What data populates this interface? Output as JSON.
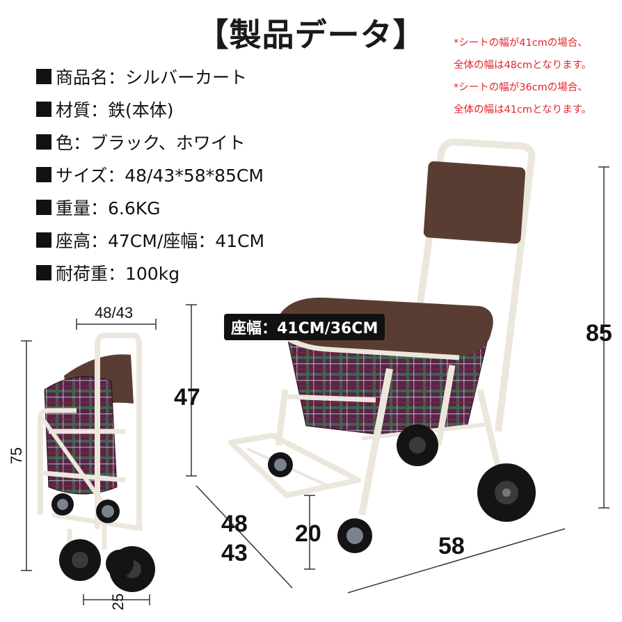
{
  "title": "【製品データ】",
  "specs": [
    {
      "label": "商品名：シルバーカート"
    },
    {
      "label": "材質：鉄(本体)"
    },
    {
      "label": "色：ブラック、ホワイト"
    },
    {
      "label": "サイズ：48/43*58*85CM"
    },
    {
      "label": "重量：6.6KG"
    },
    {
      "label": "座高：47CM/座幅：41CM"
    },
    {
      "label": "耐荷重：100kg"
    }
  ],
  "notes": [
    "*シートの幅が41cmの場合、",
    "全体の幅は48cmとなります。",
    "*シートの幅が36cmの場合、",
    "全体の幅は41cmとなります。"
  ],
  "dimensions": {
    "folded_width": "48/43",
    "folded_height": "75",
    "folded_depth": "25",
    "seat_height": "47",
    "width_a": "48",
    "width_b": "43",
    "footrest_height": "20",
    "length": "58",
    "total_height": "85",
    "seat_width": "座幅：41CM/36CM"
  },
  "colors": {
    "frame": "#ece7dc",
    "upholstery": "#5a3d32",
    "basket_purple": "#5a2348",
    "basket_green": "#3f6b4f",
    "wheel": "#141414",
    "note_red": "#e0262c"
  }
}
